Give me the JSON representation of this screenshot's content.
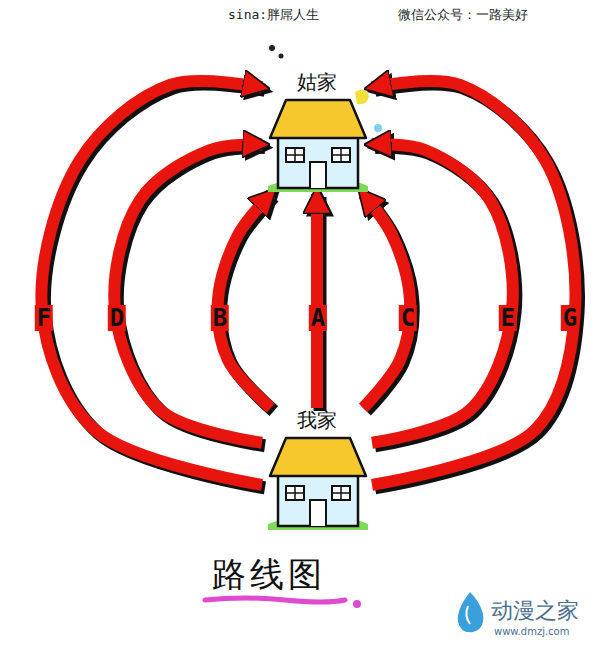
{
  "diagram": {
    "caption": "路线图",
    "nodes": [
      {
        "text": [
          "姑家"
        ]
      },
      {
        "text": [
          "我家"
        ]
      }
    ],
    "edges": [
      {
        "from": 1,
        "to": 0,
        "arrow": "to",
        "label": "F"
      },
      {
        "from": 1,
        "to": 0,
        "arrow": "to",
        "label": "D"
      },
      {
        "from": 1,
        "to": 0,
        "arrow": "to",
        "label": "B"
      },
      {
        "from": 1,
        "to": 0,
        "arrow": "to",
        "label": "A"
      },
      {
        "from": 1,
        "to": 0,
        "arrow": "to",
        "label": "C"
      },
      {
        "from": 1,
        "to": 0,
        "arrow": "to",
        "label": "E"
      },
      {
        "from": 1,
        "to": 0,
        "arrow": "to",
        "label": "G"
      }
    ],
    "labels": [
      "sina:胖屌人生",
      "微信公众号：一路美好",
      "动漫之家",
      "www.dmzj.com"
    ]
  }
}
